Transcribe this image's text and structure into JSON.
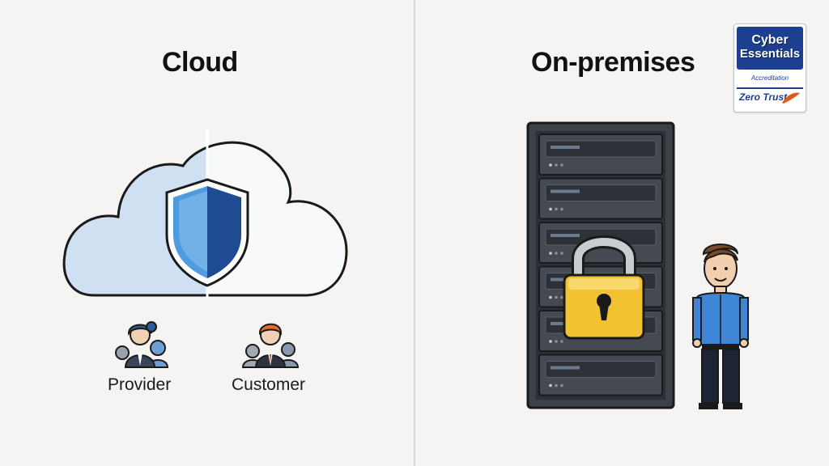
{
  "left_panel": {
    "title": "Cloud",
    "roles": [
      {
        "label": "Provider"
      },
      {
        "label": "Customer"
      }
    ]
  },
  "right_panel": {
    "title": "On-premises"
  },
  "badge": {
    "line1": "Cyber",
    "line2": "Essentials",
    "subtitle": "Accreditation",
    "footer": "Zero Trust"
  },
  "colors": {
    "cloud_fill": "#cfe0f3",
    "shield_left": "#4f9be0",
    "shield_right": "#1f4b93",
    "server_body": "#3c4047",
    "lock_body": "#f2c230",
    "person_shirt": "#3f86d6"
  }
}
